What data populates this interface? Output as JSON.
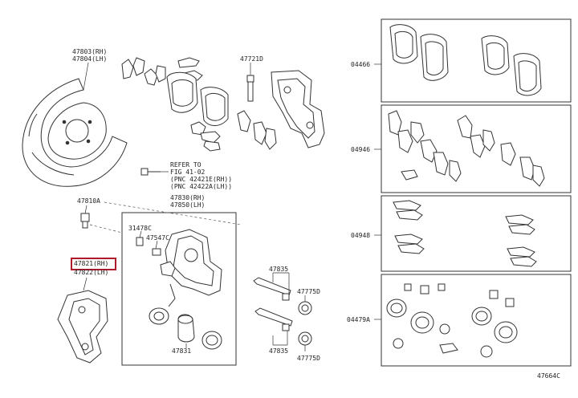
{
  "labels": {
    "p47803": "47803(RH)",
    "p47804": "47804(LH)",
    "p47721": "47721D",
    "refer1": "REFER TO",
    "refer2": "FIG 41-02",
    "refer3": "(PNC 42421E(RH))",
    "refer4": "(PNC 42422A(LH))",
    "p47810": "47810A",
    "p47830": "47830(RH)",
    "p47850": "47850(LH)",
    "p31478": "31478C",
    "p47547": "47547C",
    "p47821": "47821(RH)",
    "p47822": "47822(LH)",
    "p47835a": "47835",
    "p47775a": "47775D",
    "p47831": "47831",
    "p47835b": "47835",
    "p47775b": "47775D",
    "k04466": "04466",
    "k04946": "04946",
    "k04948": "04948",
    "k04479": "04479A",
    "code": "47664C"
  },
  "highlight_color": "#b0182b"
}
